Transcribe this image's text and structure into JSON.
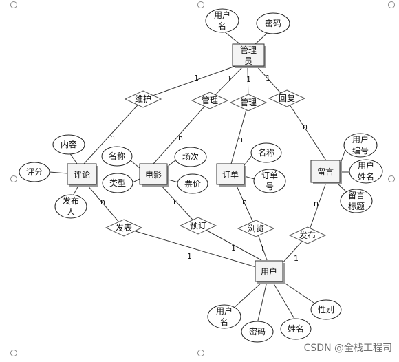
{
  "entities": {
    "admin": [
      "管理",
      "员"
    ],
    "comment": [
      "评论"
    ],
    "movie": [
      "电影"
    ],
    "order": [
      "订单"
    ],
    "message": [
      "留言"
    ],
    "user": [
      "用户"
    ]
  },
  "attributes": {
    "admin_username": [
      "用户",
      "名"
    ],
    "admin_password": [
      "密码"
    ],
    "comment_content": [
      "内容"
    ],
    "comment_score": [
      "评分"
    ],
    "comment_publisher": [
      "发布",
      "人"
    ],
    "movie_name": [
      "名称"
    ],
    "movie_type": [
      "类型"
    ],
    "movie_session": [
      "场次"
    ],
    "movie_price": [
      "票价"
    ],
    "order_name": [
      "名称"
    ],
    "order_number": [
      "订单",
      "号"
    ],
    "message_user_id": [
      "用户",
      "编号"
    ],
    "message_user_name": [
      "用户",
      "姓名"
    ],
    "message_title": [
      "留言",
      "标题"
    ],
    "user_username": [
      "用户",
      "名"
    ],
    "user_password": [
      "密码"
    ],
    "user_name": [
      "姓名"
    ],
    "user_gender": [
      "性别"
    ]
  },
  "relationships": {
    "maintain": "维护",
    "manage_movie": "管理",
    "manage_order": "管理",
    "reply": "回复",
    "publish_comment": "发表",
    "book": "预订",
    "browse": "浏览",
    "publish_message": "发布"
  },
  "cardinalities": {
    "one": "1",
    "many": "n"
  },
  "watermark": "CSDN @全栈工程司"
}
